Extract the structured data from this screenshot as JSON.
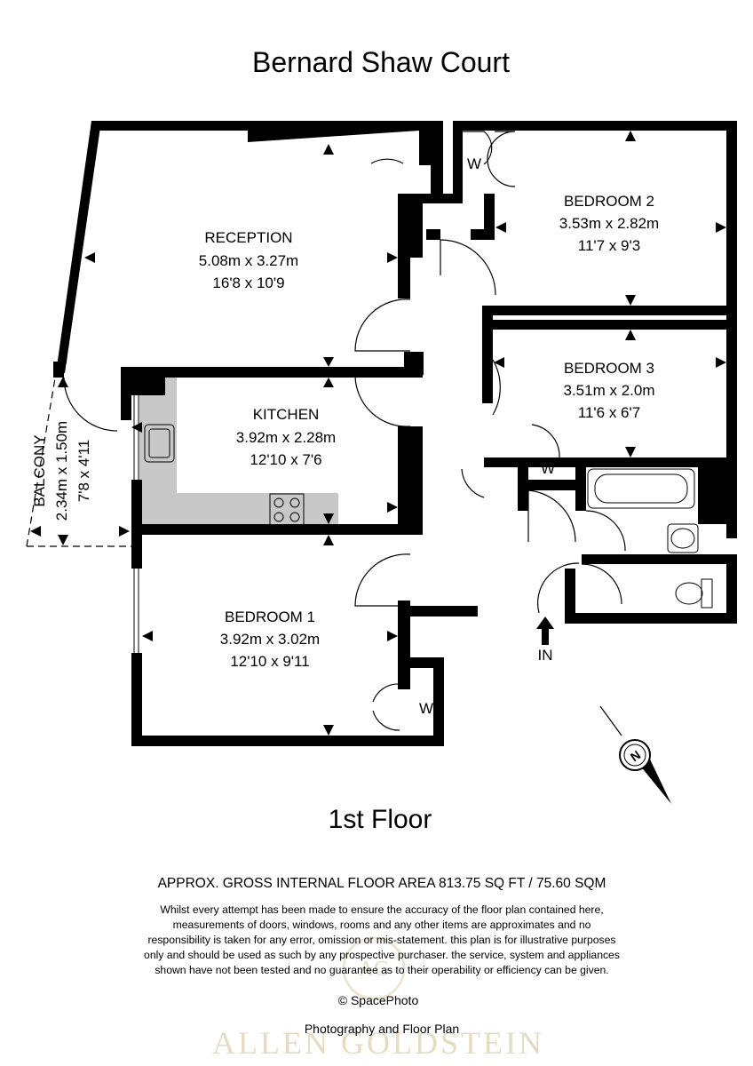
{
  "header": {
    "title": "Bernard Shaw Court"
  },
  "floor_label": "1st Floor",
  "rooms": [
    {
      "id": "reception",
      "name": "RECEPTION",
      "metric": "5.08m x 3.27m",
      "imperial": "16'8 x 10'9"
    },
    {
      "id": "kitchen",
      "name": "KITCHEN",
      "metric": "3.92m x 2.28m",
      "imperial": "12'10 x 7'6"
    },
    {
      "id": "bedroom1",
      "name": "BEDROOM 1",
      "metric": "3.92m x 3.02m",
      "imperial": "12'10 x 9'11"
    },
    {
      "id": "bedroom2",
      "name": "BEDROOM 2",
      "metric": "3.53m x 2.82m",
      "imperial": "11'7 x 9'3"
    },
    {
      "id": "bedroom3",
      "name": "BEDROOM 3",
      "metric": "3.51m x 2.0m",
      "imperial": "11'6 x 6'7"
    },
    {
      "id": "balcony",
      "name": "BALCONY",
      "metric": "2.34m x 1.50m",
      "imperial": "7'8 x 4'11"
    }
  ],
  "wardrobe_label": "W",
  "entrance_label": "IN",
  "compass_label": "N",
  "area_text": "APPROX. GROSS INTERNAL FLOOR AREA 813.75 SQ FT / 75.60 SQM",
  "disclaimer": [
    "Whilst every attempt has been made to ensure the accuracy of the floor plan contained here,",
    "measurements of doors, windows, rooms and any other items are approximates and no",
    "responsibility is taken for any error, omission or mis-statement. this plan is for illustrative purposes",
    "only and should be used as such by any prospective purchaser. the service, system and appliances",
    "shown have not been tested and no guarantee as to their operability or efficiency can be given."
  ],
  "copyright": "© SpacePhoto",
  "credit": "Photography and Floor Plan",
  "watermark": {
    "text": "ALLEN GOLDSTEIN",
    "monogram": "AG"
  },
  "colors": {
    "wall": "#000000",
    "kitchen_counter": "#c8c8c8",
    "watermark": "#e6dcc4"
  }
}
